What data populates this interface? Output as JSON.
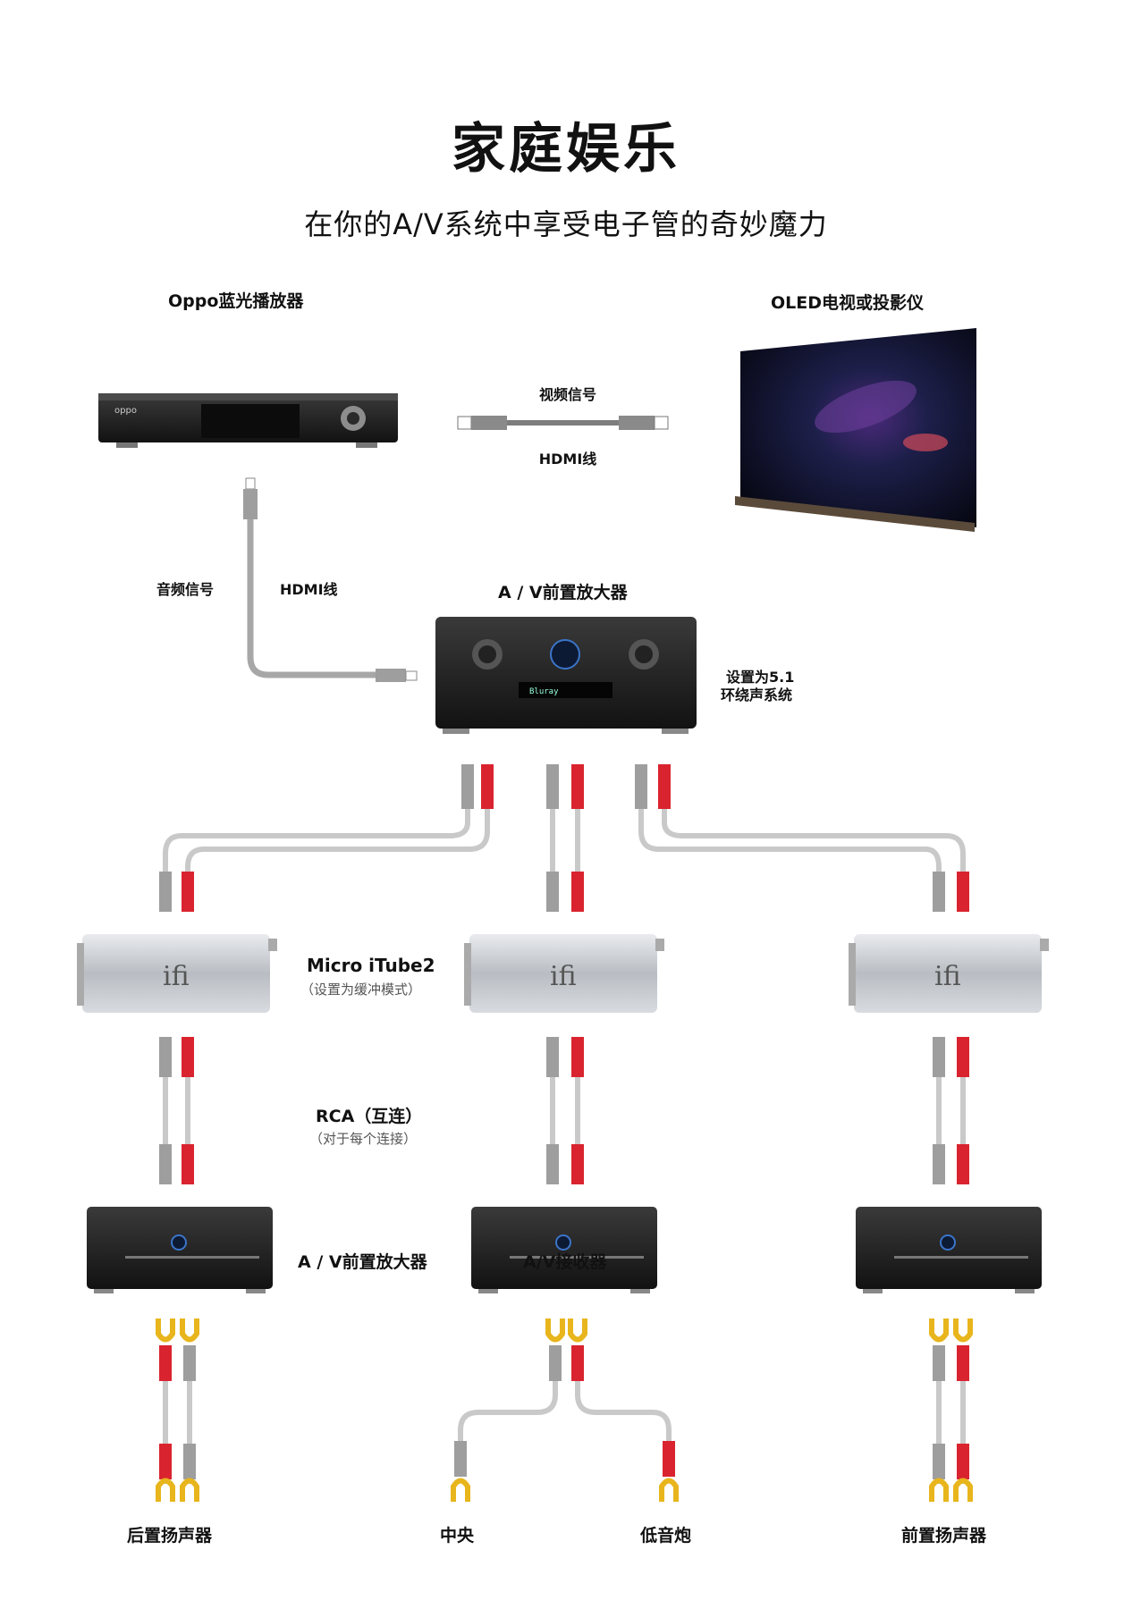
{
  "title": "家庭娱乐",
  "subtitle": "在你的A/V系统中享受电子管的奇妙魔力",
  "devices": {
    "player": {
      "label": "Oppo蓝光播放器",
      "icon": "blu-ray-player-icon"
    },
    "tv": {
      "label": "OLED电视或投影仪",
      "icon": "oled-tv-icon"
    },
    "preamp": {
      "label": "A / V前置放大器",
      "note_line1": "设置为5.1",
      "note_line2": "环绕声系统",
      "icon": "av-preamp-icon"
    },
    "itube": {
      "label": "Micro iTube2",
      "note": "（设置为缓冲模式）",
      "icon": "ifi-itube-icon",
      "brand": "ifi"
    },
    "amp_left": {
      "label": "A / V前置放大器",
      "icon": "power-amp-icon"
    },
    "amp_center": {
      "label": "A/V接收器",
      "icon": "power-amp-icon"
    }
  },
  "cables": {
    "video_signal": "视频信号",
    "hdmi_top": "HDMI线",
    "audio_signal": "音频信号",
    "hdmi_side": "HDMI线",
    "rca_label": "RCA（互连）",
    "rca_note": "（对于每个连接）"
  },
  "speakers": {
    "rear": "后置扬声器",
    "center": "中央",
    "sub": "低音炮",
    "front": "前置扬声器"
  },
  "colors": {
    "cable_grey": "#9e9e9e",
    "plug_red": "#d9242f",
    "spade_yellow": "#e8b51c",
    "device_black": "#1c1c1c",
    "ifi_silver": "#c9ccd1"
  }
}
